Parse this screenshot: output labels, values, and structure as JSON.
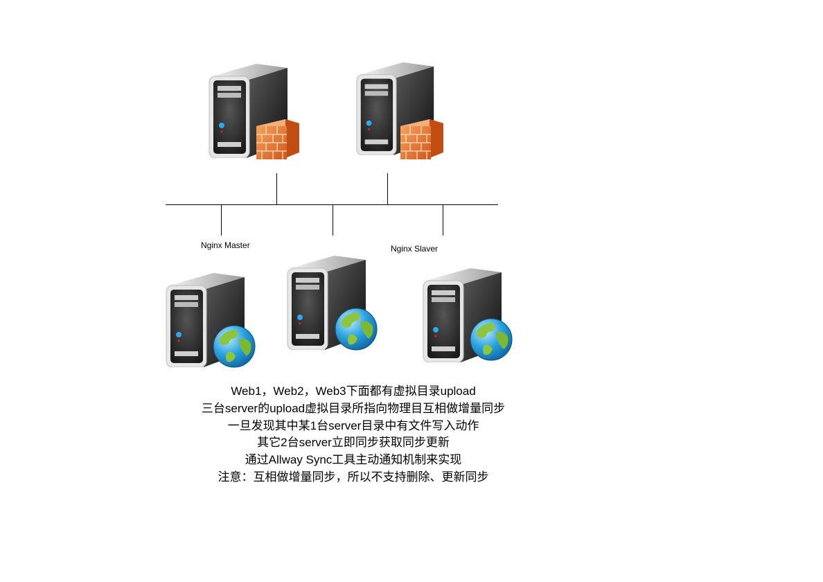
{
  "labels": {
    "nginx_master": "Nginx Master",
    "nginx_slaver": "Nginx Slaver"
  },
  "notes": [
    "Web1，Web2，Web3下面都有虚拟目录upload",
    "三台server的upload虚拟目录所指向物理目互相做增量同步",
    "一旦发现其中某1台server目录中有文件写入动作",
    "其它2台server立即同步获取同步更新",
    "通过Allway Sync工具主动通知机制来实现",
    "注意：互相做增量同步，所以不支持删除、更新同步"
  ],
  "icons": {
    "top_nodes": "server-with-firewall",
    "bottom_nodes": "server-with-globe"
  },
  "colors": {
    "line": "#000000",
    "firewall": "#e8732a",
    "globe_sea": "#2aa3e0",
    "globe_land": "#8cc63e"
  }
}
